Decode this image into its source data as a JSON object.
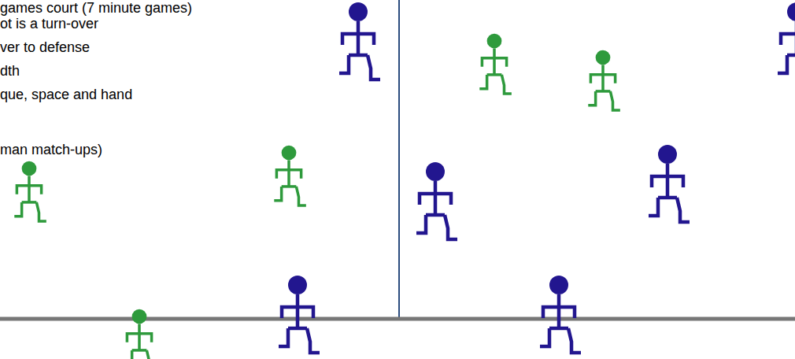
{
  "diagram": {
    "labels": [
      "games court (7 minute games)",
      "ot is a turn-over",
      "ver to defense",
      "dth",
      "que, space and hand",
      "man match-ups)"
    ]
  }
}
